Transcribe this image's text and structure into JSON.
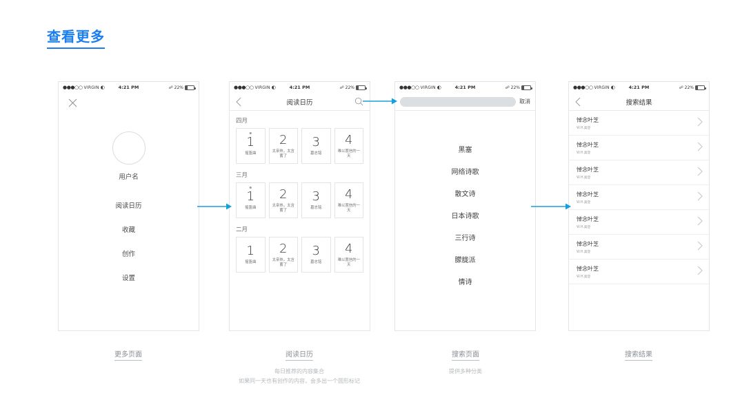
{
  "header": {
    "title": "查看更多"
  },
  "accent": {
    "title_blue": "#1a7ef0",
    "arrow_blue": "#15a0dc"
  },
  "statusbar": {
    "signal_dots": "●●●○○",
    "carrier": "VIRGIN",
    "wifi_icon": "wifi-icon",
    "time": "4:21 PM",
    "bluetooth_icon": "bluetooth-icon",
    "battery_percent": "22%"
  },
  "screen1": {
    "close_icon": "close-icon",
    "avatar": "avatar-circle",
    "username": "用户名",
    "menu": [
      {
        "label": "阅读日历"
      },
      {
        "label": "收藏"
      },
      {
        "label": "创作"
      },
      {
        "label": "设置"
      }
    ]
  },
  "screen2": {
    "back_icon": "chevron-left-icon",
    "title": "阅读日历",
    "search_icon": "search-icon",
    "months": [
      {
        "label": "四月",
        "days": [
          {
            "num": "1",
            "label": "摇篮曲",
            "dot": true
          },
          {
            "num": "2",
            "label": "太亲热，太含蓄了",
            "dot": false
          },
          {
            "num": "3",
            "label": "墓志铭",
            "dot": false
          },
          {
            "num": "4",
            "label": "难以置信的一天",
            "dot": false
          }
        ]
      },
      {
        "label": "三月",
        "days": [
          {
            "num": "1",
            "label": "摇篮曲",
            "dot": true
          },
          {
            "num": "2",
            "label": "太亲热，太含蓄了",
            "dot": false
          },
          {
            "num": "3",
            "label": "墓志铭",
            "dot": false
          },
          {
            "num": "4",
            "label": "难以置信的一天",
            "dot": false
          }
        ]
      },
      {
        "label": "二月",
        "days": [
          {
            "num": "1",
            "label": "摇篮曲",
            "dot": false
          },
          {
            "num": "2",
            "label": "太亲热，太含蓄了",
            "dot": false
          },
          {
            "num": "3",
            "label": "墓志铭",
            "dot": false
          },
          {
            "num": "4",
            "label": "难以置信的一天",
            "dot": false
          }
        ]
      }
    ]
  },
  "screen3": {
    "search_placeholder": "",
    "search_value": "",
    "cancel_label": "取消",
    "categories": [
      {
        "label": "黑塞"
      },
      {
        "label": "网络诗歌"
      },
      {
        "label": "散文诗"
      },
      {
        "label": "日本诗歌"
      },
      {
        "label": "三行诗"
      },
      {
        "label": "朦胧派"
      },
      {
        "label": "情诗"
      }
    ]
  },
  "screen4": {
    "back_icon": "chevron-left-icon",
    "title": "搜索结果",
    "results": [
      {
        "title": "悼念叶芝",
        "sub": "W.H.奥登"
      },
      {
        "title": "悼念叶芝",
        "sub": "W.H.奥登"
      },
      {
        "title": "悼念叶芝",
        "sub": "W.H.奥登"
      },
      {
        "title": "悼念叶芝",
        "sub": "W.H.奥登"
      },
      {
        "title": "悼念叶芝",
        "sub": "W.H.奥登"
      },
      {
        "title": "悼念叶芝",
        "sub": "W.H.奥登"
      },
      {
        "title": "悼念叶芝",
        "sub": "W.H.奥登"
      }
    ]
  },
  "captions": [
    {
      "title": "更多页面",
      "desc": ""
    },
    {
      "title": "阅读日历",
      "desc": "每日推荐的内容集合\n如果同一天也有创作的内容，会多出一个圆形标记"
    },
    {
      "title": "搜索页面",
      "desc": "提供多种分类"
    },
    {
      "title": "搜索结果",
      "desc": ""
    }
  ]
}
